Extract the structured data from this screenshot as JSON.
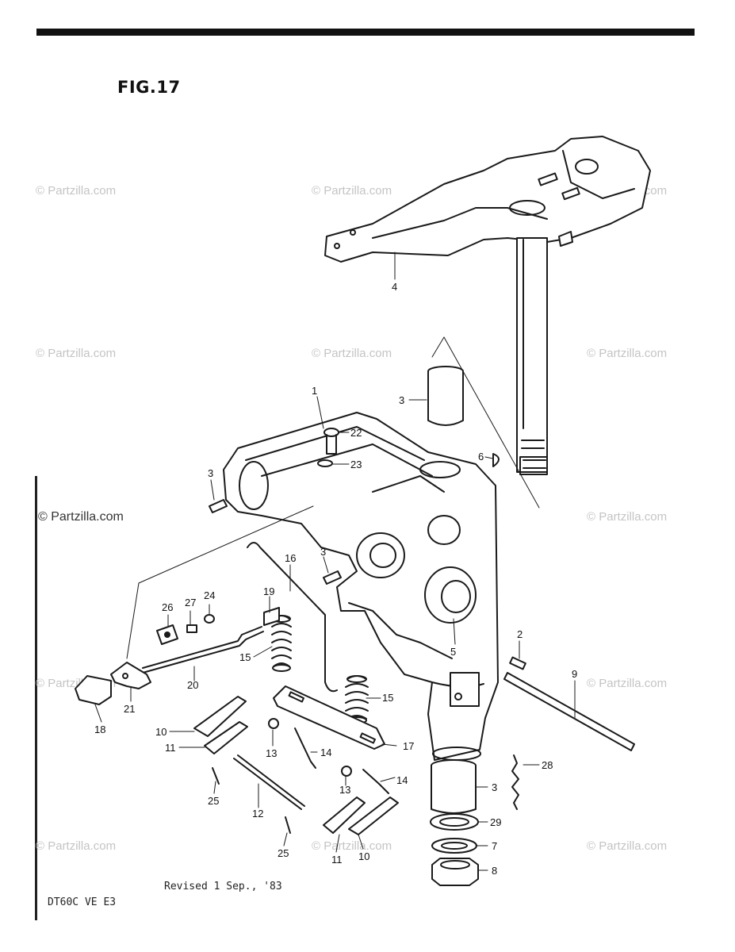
{
  "figure_title": "FIG.17",
  "revision_note": "Revised 1 Sep., '83",
  "model_code": "DT60C VE E3",
  "watermark": "© Partzilla.com",
  "callouts": {
    "c1": "1",
    "c2": "2",
    "c3a": "3",
    "c3b": "3",
    "c3c": "3",
    "c3d": "3",
    "c4": "4",
    "c5": "5",
    "c6": "6",
    "c7": "7",
    "c8": "8",
    "c9": "9",
    "c10a": "10",
    "c10b": "10",
    "c11a": "11",
    "c11b": "11",
    "c12": "12",
    "c13a": "13",
    "c13b": "13",
    "c14a": "14",
    "c14b": "14",
    "c15a": "15",
    "c15b": "15",
    "c16": "16",
    "c17": "17",
    "c18": "18",
    "c19": "19",
    "c20": "20",
    "c21": "21",
    "c22": "22",
    "c23": "23",
    "c24": "24",
    "c25a": "25",
    "c25b": "25",
    "c26": "26",
    "c27": "27",
    "c28": "28",
    "c29": "29"
  }
}
